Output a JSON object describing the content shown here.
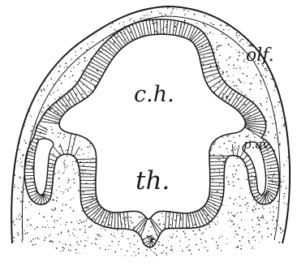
{
  "labels": {
    "ch": "c.h.",
    "th": "th.",
    "olf": "olf.",
    "pav": "p.av."
  },
  "colors": {
    "ink": "#1a1a1a",
    "paper": "#ffffff"
  }
}
